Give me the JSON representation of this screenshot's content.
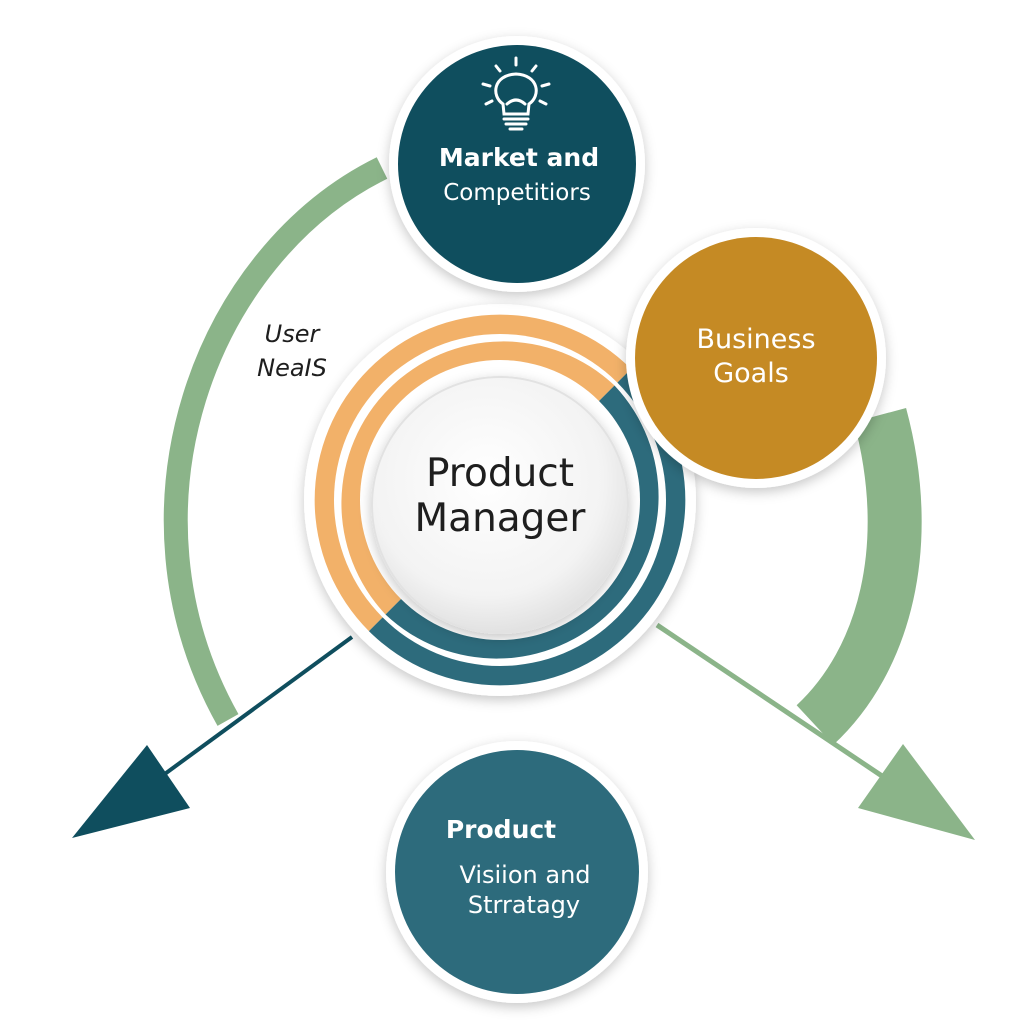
{
  "center": {
    "line1": "Product",
    "line2": "Manager"
  },
  "nodes": {
    "market": {
      "line1": "Market and",
      "line2": "Competitiors"
    },
    "business": {
      "line1": "Business",
      "line2": "Goals"
    },
    "vision": {
      "line1": "Product",
      "line2": "Visiion and",
      "line3": "Strratagy"
    }
  },
  "side_label": {
    "line1": "User",
    "line2": "NeaIS"
  },
  "icons": {
    "market": "lightbulb-icon"
  },
  "colors": {
    "dark_teal": "#0f4e5e",
    "teal": "#2d6b7c",
    "orange": "#f2b169",
    "gold": "#c58a24",
    "green": "#8bb489",
    "text_dark": "#1e1e1e",
    "white": "#ffffff"
  }
}
